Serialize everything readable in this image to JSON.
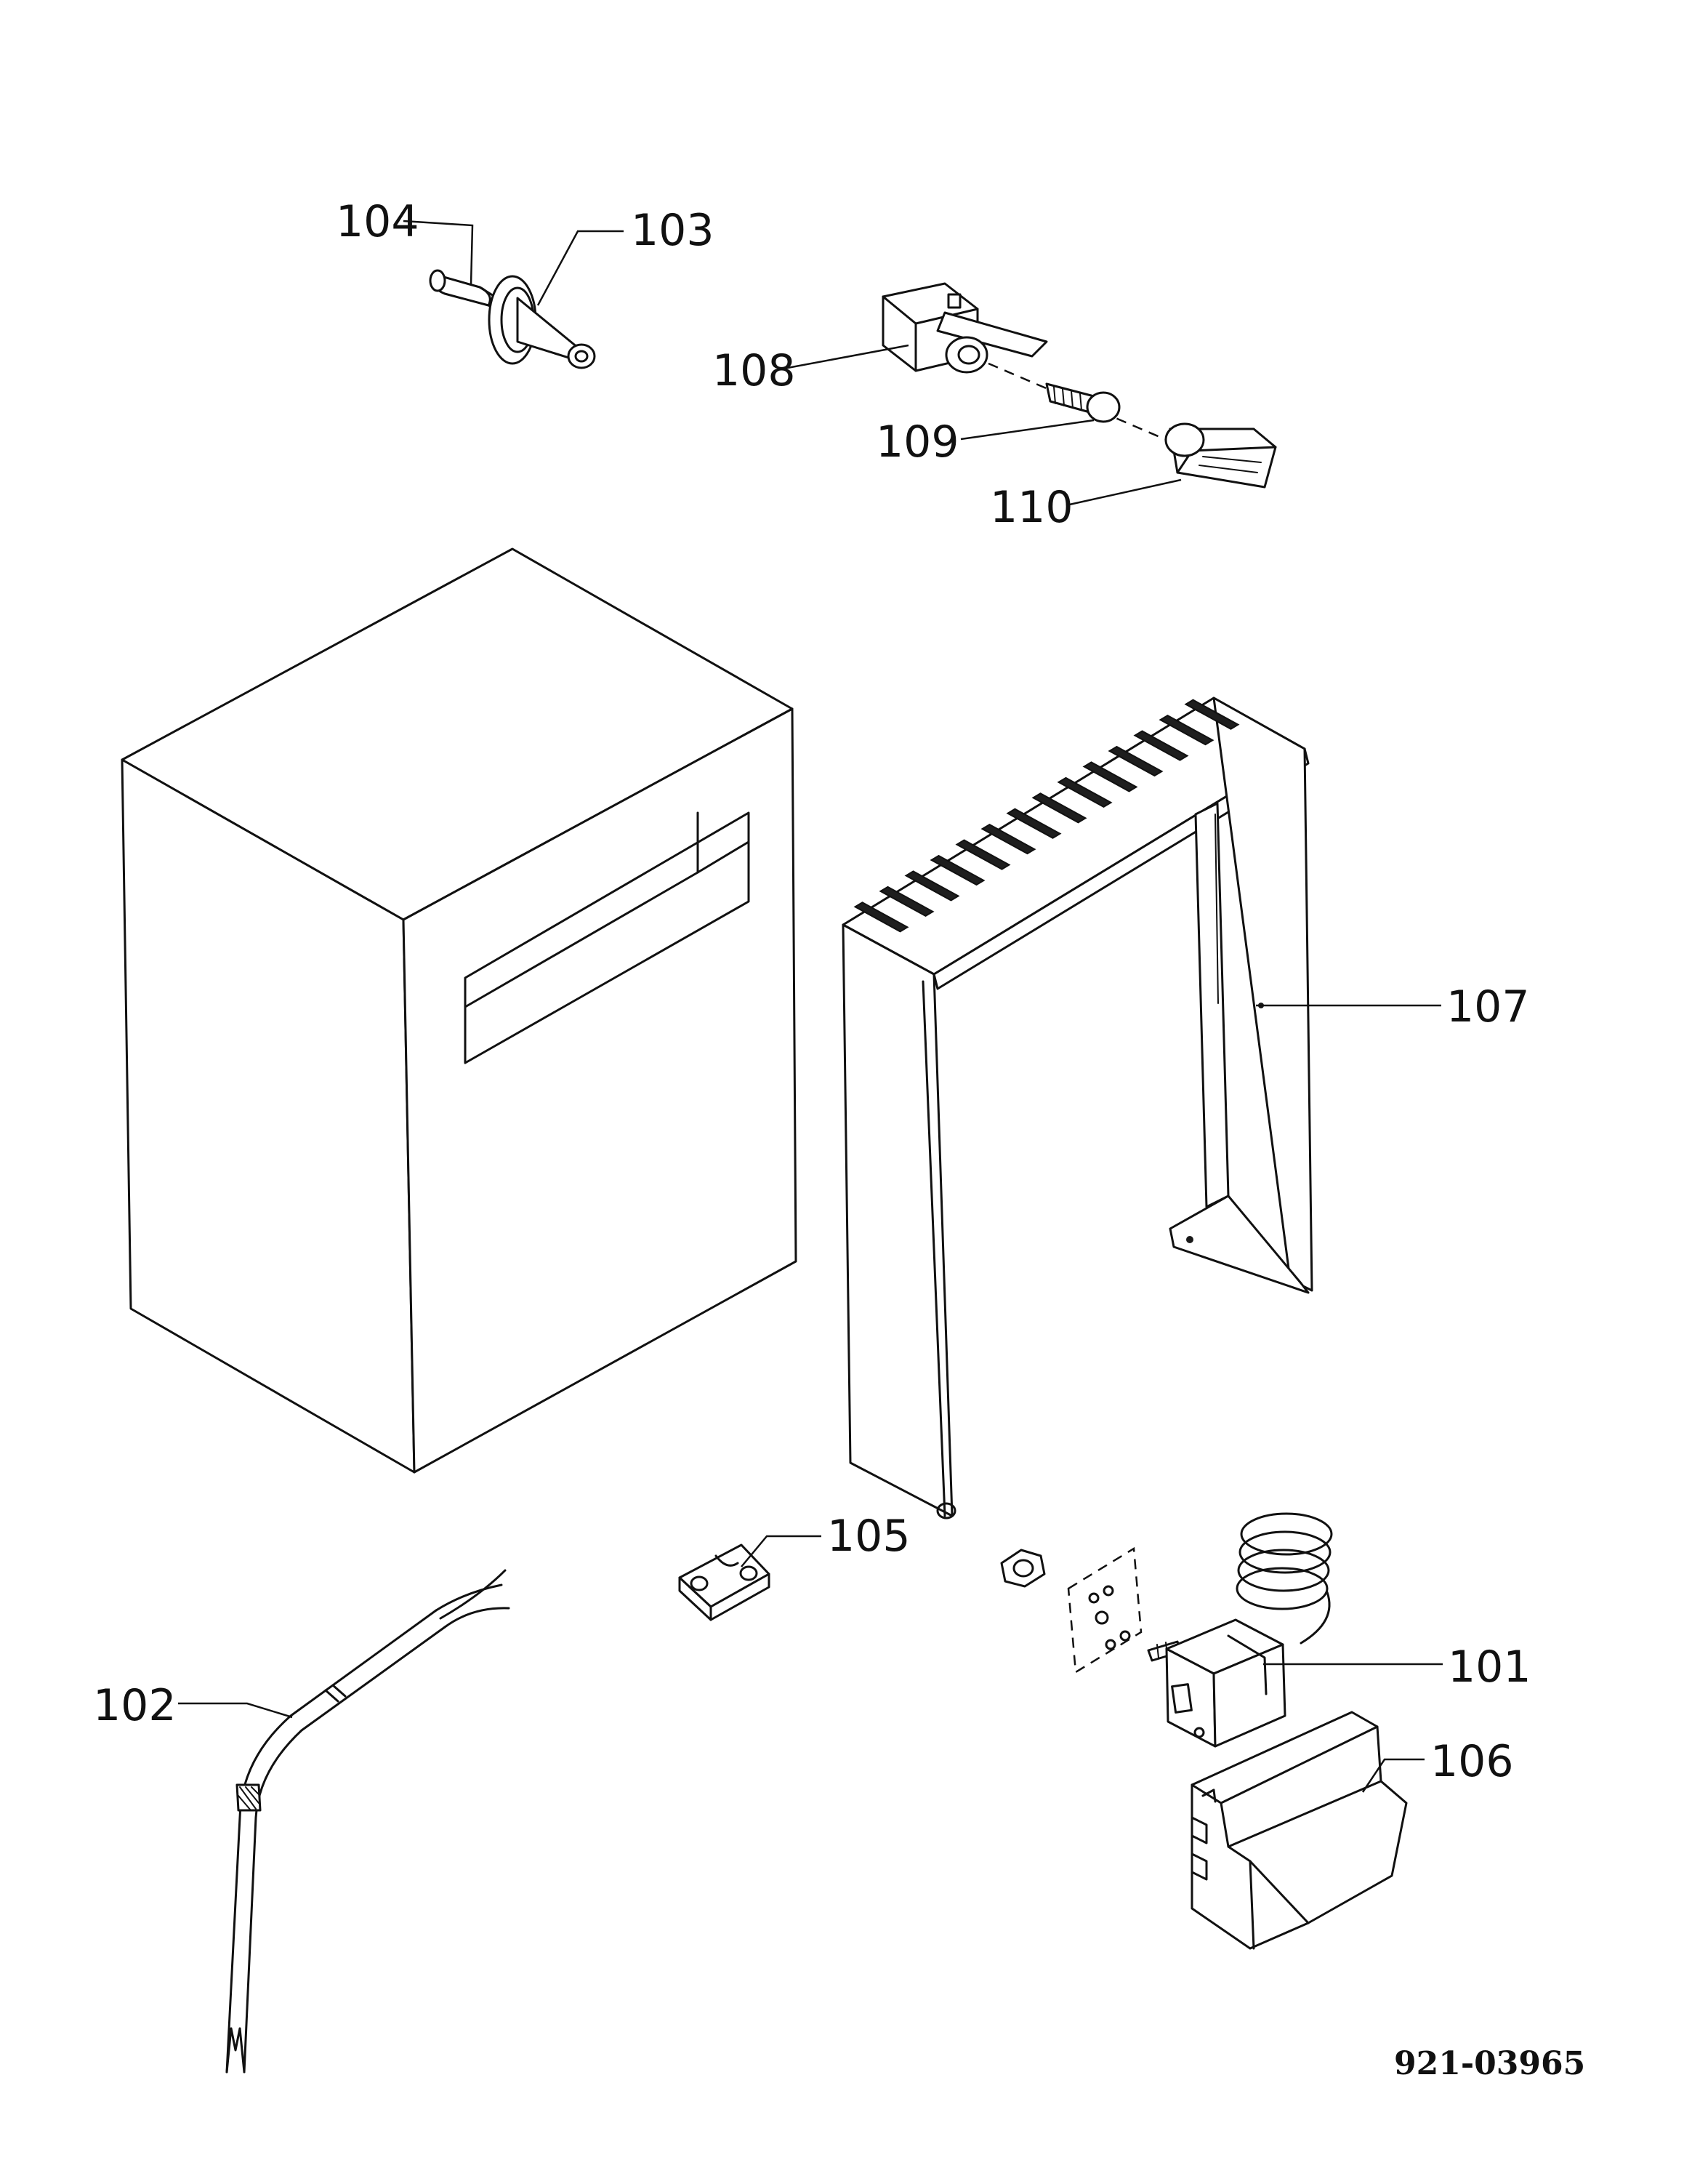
{
  "callouts": {
    "c101": "101",
    "c102": "102",
    "c103": "103",
    "c104": "104",
    "c105": "105",
    "c106": "106",
    "c107": "107",
    "c108": "108",
    "c109": "109",
    "c110": "110"
  },
  "document_number": "921-03965"
}
